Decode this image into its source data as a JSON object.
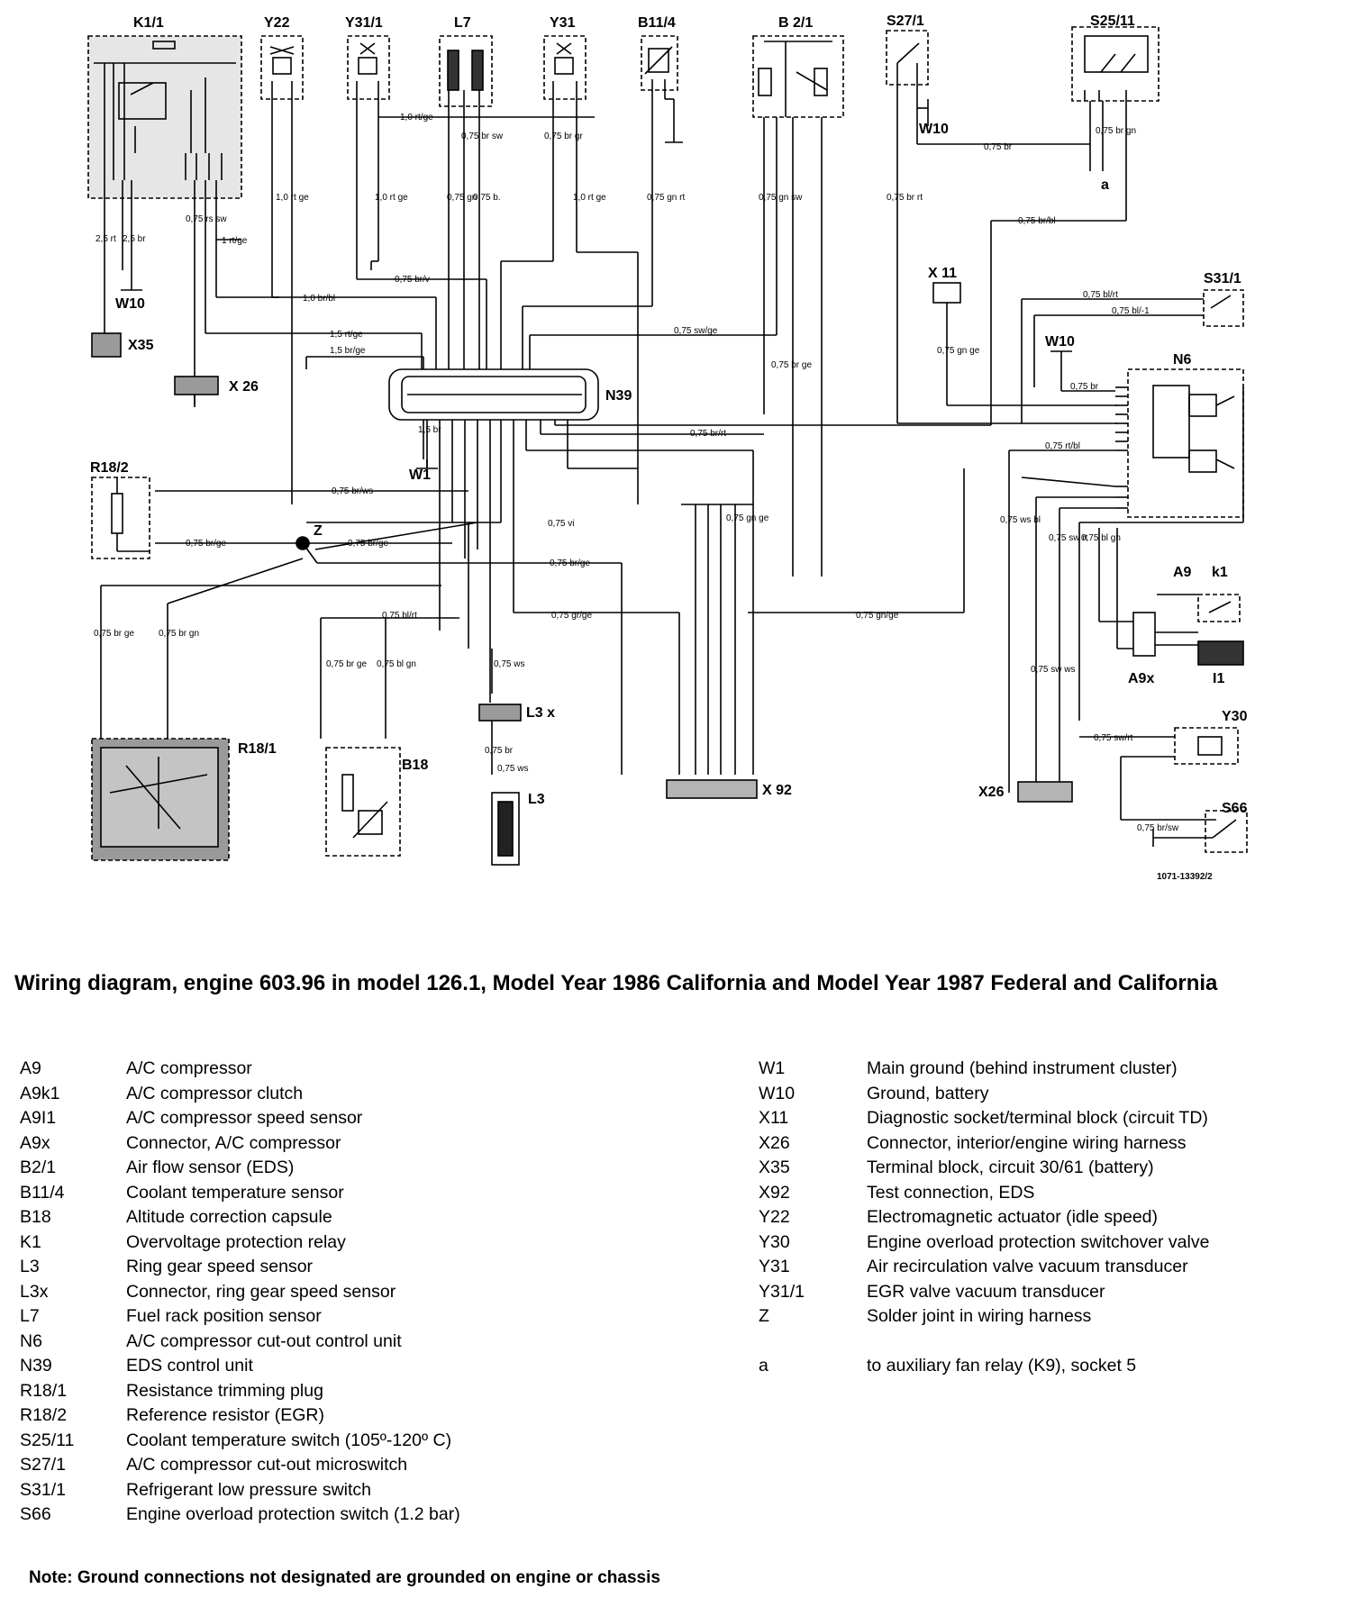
{
  "diagram": {
    "components": [
      {
        "id": "K1/1"
      },
      {
        "id": "Y22"
      },
      {
        "id": "Y31/1"
      },
      {
        "id": "L7"
      },
      {
        "id": "Y31"
      },
      {
        "id": "B11/4"
      },
      {
        "id": "B 2/1"
      },
      {
        "id": "S27/1"
      },
      {
        "id": "S25/11"
      },
      {
        "id": "W10"
      },
      {
        "id": "X35"
      },
      {
        "id": "X26"
      },
      {
        "id": "N39"
      },
      {
        "id": "W1"
      },
      {
        "id": "R18/2"
      },
      {
        "id": "Z"
      },
      {
        "id": "R18/1"
      },
      {
        "id": "B18"
      },
      {
        "id": "L3x"
      },
      {
        "id": "L3"
      },
      {
        "id": "X92"
      },
      {
        "id": "X 11"
      },
      {
        "id": "S31/1"
      },
      {
        "id": "N6"
      },
      {
        "id": "A9"
      },
      {
        "id": "k1"
      },
      {
        "id": "A9x"
      },
      {
        "id": "I1"
      },
      {
        "id": "Y30"
      },
      {
        "id": "S66"
      },
      {
        "id": "a"
      }
    ],
    "labels": {
      "k1_1": "K1/1",
      "y22": "Y22",
      "y31_1": "Y31/1",
      "l7": "L7",
      "y31": "Y31",
      "b11_4": "B11/4",
      "b2_1": "B 2/1",
      "s27_1": "S27/1",
      "s25_11": "S25/11",
      "w10_a": "W10",
      "w10_b": "W10",
      "w10_c": "W10",
      "x35": "X35",
      "x26_a": "X 26",
      "n39": "N39",
      "w1": "W1",
      "r18_2": "R18/2",
      "z": "Z",
      "r18_1": "R18/1",
      "b18": "B18",
      "l3x": "L3 x",
      "l3": "L3",
      "x92": "X 92",
      "x11": "X 11",
      "s31_1": "S31/1",
      "n6": "N6",
      "a9": "A9",
      "k1": "k1",
      "a9x": "A9x",
      "i1": "I1",
      "y30": "Y30",
      "s66": "S66",
      "x26_b": "X26",
      "a": "a"
    },
    "wires": {
      "w01": "1,0 rt/ge",
      "w02": "0,75 br sw",
      "w03": "0,75 br gr",
      "w04": "0,75 gn",
      "w05": "0,75 b.",
      "w06": "1,0 rt ge",
      "w07": "0,75 gn rt",
      "w08": "0,75 gn sw",
      "w09": "0,75 br",
      "w10": "0,75 br gn",
      "w11": "0,75 br rt",
      "w12": "0,75 br/bl",
      "w13": "2,5 rt",
      "w14": "2,5 br",
      "w15": "0,75 rs sw",
      "w16": "1 rt/ge",
      "w17": "1,0 rt ge",
      "w18": "1,0 rt ge",
      "w19": "0,75 br/v",
      "w20": "1,0 br/bl",
      "w21": "1,5 rt/ge",
      "w22": "1,5 br/ge",
      "w23": "0,75 sw/ge",
      "w24": "0,75 br ge",
      "w25": "0,75 bl/rt",
      "w26": "0,75 bl/-1",
      "w27": "0,75 gn ge",
      "w28": "0,75 br",
      "w29": "0,75 br/rt",
      "w30": "0,75 rt/bl",
      "w31": "1,5 br",
      "w32": "0,75 br/ws",
      "w33": "0,75 br/ge",
      "w34": "0,75 br/ge",
      "w35": "0,75 vi",
      "w36": "0,75 gn ge",
      "w37": "0,75 ws bl",
      "w38": "0,75 sw rt",
      "w39": "0,75 bl gn",
      "w40": "0,75 br/ge",
      "w41": "0,75 br ge",
      "w42": "0,75 br gn",
      "w43": "0,75 bl/rt",
      "w44": "0,75 gr/ge",
      "w45": "0,75 gn/ge",
      "w46": "0,75 br ge",
      "w47": "0,75 bl gn",
      "w48": "0,75 ws",
      "w49": "0,75 br",
      "w50": "0,75 ws",
      "w51": "0,75 sw ws",
      "w52": "0,75 sw/rt",
      "w53": "0,75 br/sw"
    },
    "figure_number": "1071-13392/2"
  },
  "caption": "Wiring diagram, engine 603.96 in model 126.1, Model Year 1986 California and Model Year 1987 Federal and California",
  "legend_left": [
    {
      "code": "A9",
      "desc": "A/C compressor"
    },
    {
      "code": "A9k1",
      "desc": "A/C compressor clutch"
    },
    {
      "code": "A9I1",
      "desc": "A/C compressor speed sensor"
    },
    {
      "code": "A9x",
      "desc": "Connector, A/C compressor"
    },
    {
      "code": "B2/1",
      "desc": "Air flow sensor (EDS)"
    },
    {
      "code": "B11/4",
      "desc": "Coolant temperature sensor"
    },
    {
      "code": "B18",
      "desc": "Altitude correction capsule"
    },
    {
      "code": "K1",
      "desc": "Overvoltage protection relay"
    },
    {
      "code": "L3",
      "desc": "Ring gear speed sensor"
    },
    {
      "code": "L3x",
      "desc": "Connector, ring gear speed sensor"
    },
    {
      "code": "L7",
      "desc": "Fuel rack position sensor"
    },
    {
      "code": "N6",
      "desc": "A/C compressor cut-out control unit"
    },
    {
      "code": "N39",
      "desc": "EDS control unit"
    },
    {
      "code": "R18/1",
      "desc": "Resistance trimming plug"
    },
    {
      "code": "R18/2",
      "desc": "Reference resistor (EGR)"
    },
    {
      "code": "S25/11",
      "desc": "Coolant temperature switch (105º-120º C)"
    },
    {
      "code": "S27/1",
      "desc": "A/C compressor cut-out microswitch"
    },
    {
      "code": "S31/1",
      "desc": "Refrigerant low pressure switch"
    },
    {
      "code": "S66",
      "desc": "Engine overload protection switch (1.2 bar)"
    }
  ],
  "legend_right": [
    {
      "code": "W1",
      "desc": "Main ground (behind instrument cluster)"
    },
    {
      "code": "W10",
      "desc": "Ground, battery"
    },
    {
      "code": "X11",
      "desc": "Diagnostic socket/terminal block (circuit TD)"
    },
    {
      "code": "X26",
      "desc": "Connector, interior/engine wiring harness"
    },
    {
      "code": "X35",
      "desc": "Terminal block, circuit 30/61 (battery)"
    },
    {
      "code": "X92",
      "desc": "Test connection, EDS"
    },
    {
      "code": "Y22",
      "desc": "Electromagnetic actuator (idle speed)"
    },
    {
      "code": "Y30",
      "desc": "Engine overload protection switchover valve"
    },
    {
      "code": "Y31",
      "desc": "Air recirculation valve vacuum transducer"
    },
    {
      "code": "Y31/1",
      "desc": "EGR valve vacuum transducer"
    },
    {
      "code": "Z",
      "desc": "Solder joint in wiring harness"
    },
    {
      "code": "",
      "desc": ""
    },
    {
      "code": "a",
      "desc": "to auxiliary fan relay (K9), socket 5"
    }
  ],
  "note": "Note:  Ground connections not designated are grounded on engine or chassis"
}
